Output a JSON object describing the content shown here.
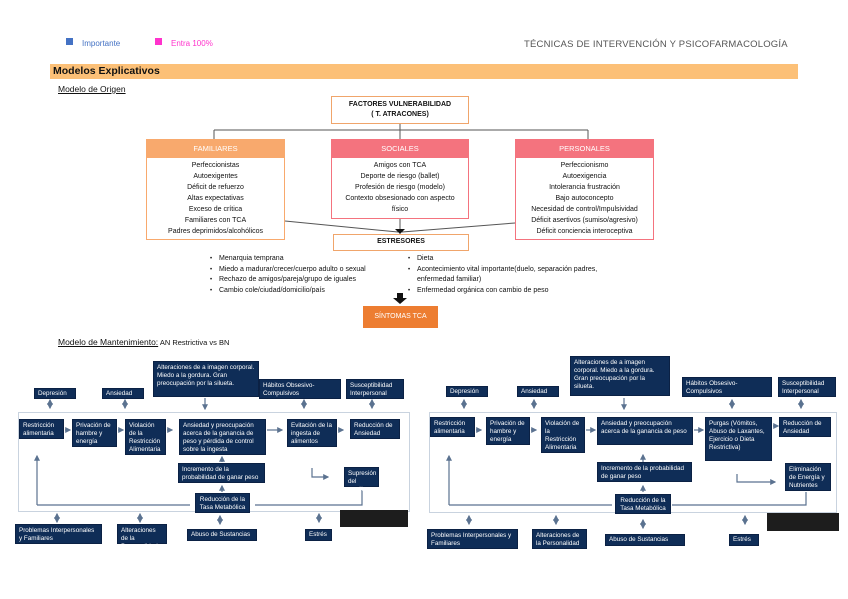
{
  "header": {
    "legend": [
      {
        "label": "Importante",
        "color": "#4472c4"
      },
      {
        "label": "Entra 100%",
        "color": "#ff33cc"
      }
    ],
    "doc_title": "TÉCNICAS DE INTERVENCIÓN Y PSICOFARMACOLOGÍA"
  },
  "section": {
    "title": "Modelos Explicativos",
    "color": "#fcc077"
  },
  "origin_model": {
    "subtitle": "Modelo de Origen",
    "vulnerability": {
      "line1": "FACTORES VULNERABILIDAD",
      "line2": "( T. ATRACONES)"
    },
    "categories": [
      {
        "title": "FAMILIARES",
        "color": "#f8a96d",
        "items": [
          "Perfeccionistas",
          "Autoexigentes",
          "Déficit de refuerzo",
          "Altas expectativas",
          "Exceso de crítica",
          "Familiares con TCA",
          "Padres deprimidos/alcohólicos"
        ]
      },
      {
        "title": "SOCIALES",
        "color": "#f4737e",
        "items": [
          "Amigos con TCA",
          "Deporte de riesgo (ballet)",
          "Profesión de riesgo (modelo)",
          "Contexto obsesionado con aspecto",
          "físico"
        ]
      },
      {
        "title": "PERSONALES",
        "color": "#f4737e",
        "items": [
          "Perfeccionismo",
          "Autoexigencia",
          "Intolerancia frustración",
          "Bajo autoconcepto",
          "Necesidad de control/Impulsividad",
          "Déficit asertivos (sumiso/agresivo)",
          "Déficit conciencia interoceptiva"
        ]
      }
    ],
    "stressors": {
      "title": "ESTRESORES",
      "left": [
        "Menarquia temprana",
        "Miedo a madurar/crecer/cuerpo adulto o sexual",
        "Rechazo de amigos/pareja/grupo de iguales",
        "Cambio cole/ciudad/domicilio/país"
      ],
      "right": [
        {
          "text": "Dieta"
        },
        {
          "text": "Acontecimiento vital importante(duelo, separación padres,",
          "cont": "enfermedad familiar)"
        },
        {
          "text": "Enfermedad orgánica con cambio de peso"
        }
      ]
    },
    "outcome": "SÍNTOMAS TCA"
  },
  "maintenance_model": {
    "subtitle_underlined": "Modelo de Mantenimiento:",
    "subtitle_rest": " AN Restrictiva vs BN",
    "an": {
      "depresion": "Depresión",
      "ansiedad": "Ansiedad",
      "imagen": "Alteraciones de a imagen corporal. Miedo a la gordura. Gran preocupación por la silueta.",
      "habitos": "Hábitos Obsesivo-Compulsivos",
      "susceptibilidad": "Susceptibilidad Interpersonal",
      "restriccion": "Restricción alimentaria",
      "privacion": "Privación de hambre y energía",
      "violacion": "Violación de la Restricción Alimentaria",
      "ansiedad_preocupacion": "Ansiedad y preocupación acerca de la ganancia de peso y pérdida de control sobre la ingesta",
      "evitacion": "Evitación de la ingesta de alimentos",
      "reduccion_ansiedad": "Reducción de Ansiedad",
      "incremento": "Incremento de la probabilidad de ganar peso",
      "supresion": "Supresión del apetito",
      "tasa": "Reducción de la Tasa Metabólica",
      "problemas": "Problemas Interpersonales y Familiares",
      "personalidad": "Alteraciones de la Personalidad",
      "sustancias": "Abuso de Sustancias",
      "estres": "Estrés"
    },
    "bn": {
      "depresion": "Depresión",
      "ansiedad": "Ansiedad",
      "imagen": "Alteraciones de a imagen corporal. Miedo a la gordura. Gran preocupación por la silueta.",
      "habitos": "Hábitos Obsesivo-Compulsivos",
      "susceptibilidad": "Susceptibilidad Interpersonal",
      "restriccion": "Restricción alimentaria",
      "privacion": "Privación de hambre y energía",
      "violacion": "Violación de la Restricción Alimentaria",
      "ansiedad_preocupacion": "Ansiedad y preocupación acerca de la ganancia de peso",
      "purgas": "Purgas (Vómitos, Abuso de Laxantes, Ejercicio o Dieta Restrictiva)",
      "reduccion_ansiedad": "Reducción de Ansiedad",
      "incremento": "Incremento de la probabilidad de ganar peso",
      "eliminacion": "Eliminación de Energía y Nutrientes",
      "tasa": "Reducción de la Tasa Metabólica",
      "problemas": "Problemas Interpersonales y Familiares",
      "personalidad": "Alteraciones de la Personalidad",
      "sustancias": "Abuso de Sustancias",
      "estres": "Estrés"
    },
    "box_color": "#0f2d57"
  }
}
